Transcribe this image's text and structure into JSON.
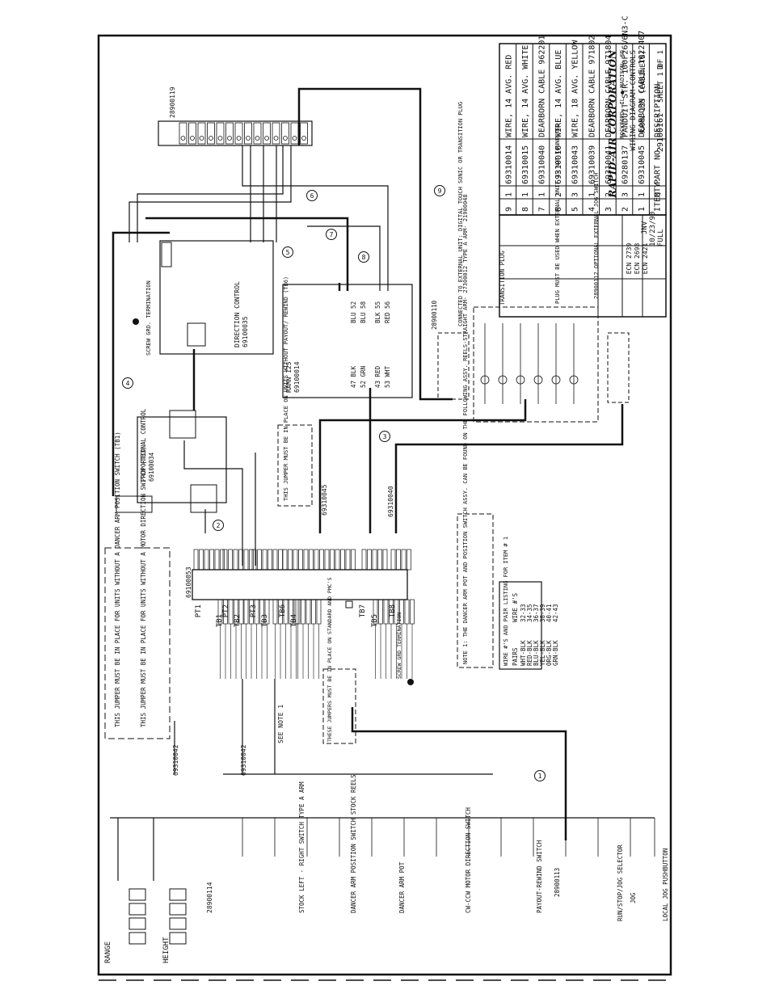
{
  "bom": {
    "header": {
      "item": "ITEM",
      "qty": "QTY.",
      "part_no": "PART NO.",
      "description": "DESCRIPTION"
    },
    "rows": [
      {
        "item": "9",
        "qty": "1",
        "part_no": "69310014",
        "description": "WIRE, 14 AVG. RED"
      },
      {
        "item": "8",
        "qty": "1",
        "part_no": "69310015",
        "description": "WIRE, 14 AVG. WHITE"
      },
      {
        "item": "7",
        "qty": "1",
        "part_no": "69310040",
        "description": "DEARBORN CABLE 962201"
      },
      {
        "item": "6",
        "qty": "2",
        "part_no": "69310016",
        "description": "WIRE, 14 AVG. BLUE"
      },
      {
        "item": "5",
        "qty": "3",
        "part_no": "69310043",
        "description": "WIRE, 18 AVG. YELLOW"
      },
      {
        "item": "4",
        "qty": "1",
        "part_no": "69310039",
        "description": "DEARBORN CABLE 971802"
      },
      {
        "item": "3",
        "qty": "2",
        "part_no": "69310041",
        "description": "DEARBORN CABLE 971804"
      },
      {
        "item": "2",
        "qty": "3",
        "part_no": "69280137",
        "description": "PANDUIT STR. 100F26V6N3-C"
      },
      {
        "item": "1",
        "qty": "1",
        "part_no": "69310045",
        "description": "DEARBORN CABLE 1022407"
      }
    ]
  },
  "title_block": {
    "company": "RAPID-AIR CORPORATION",
    "location": "ROCKFORD, IL ● MADISON, SD",
    "part_name": "WIRING DIAGRAM-CONTROLS",
    "model": "RAMN-125 (CABINETS)",
    "sheet": "SHEET 1 OF 1",
    "drawn_by": "JNV",
    "date": "10/23/90",
    "scale": "FULL",
    "drawing_no": "29100161",
    "rev": "D",
    "ecn": [
      "ECN 2739",
      "ECN 2698",
      "ECN 2421"
    ]
  },
  "labels": {
    "direction_control": "DIRECTION CONTROL",
    "direction_control_pn": "69100035",
    "proportional_control": "PROPORTIONAL CONTROL",
    "proportional_control_pn": "69100034",
    "ramn": "RAMN 125",
    "ramn_pn": "69100014",
    "terminal_board_pn": "69100053",
    "tb_top": "28900119",
    "plug_28900110": "28900110",
    "external_note": "CONNECTED TO EXTERNAL UNIT: DIGITAL TOUCH SONIC OR TRANSITION PLUG",
    "transition_plug": "TRANSITION PLUG",
    "plug_note": "PLUG MUST BE USED WHEN EXTERNAL UNIT IS NOT CONNECTED",
    "jog_switch": "28900112 OPTIONAL EXTERNAL JOG SWITCH",
    "screw_grd_1": "SCREW GRD. TERMINATION",
    "screw_grd_2": "SCREW GRD TERMINATION",
    "jumper_note_1": "THIS JUMPER MUST BE IN PLACE FOR UNITS WITHOUT A DANCER ARM POSITION SWITCH (TB1)",
    "jumper_note_2": "THIS JUMPER MUST BE IN PLACE FOR UNITS WITHOUT A MOTOR DIRECTION SWITCH (TB3)",
    "jumper_note_3": "THIS JUMPER MUST BE IN PLACE ON UNITS WITHOUT PAYOUT/ REWIND (TB6)",
    "jumper_note_4": "THESE JUMPERS MUST BE IN PLACE ON STANDARD AND PMC'S",
    "note_1": "NOTE 1: THE DANCER ARM POT AND POSITION SWITCH ASSY. CAN BE FOUND ON THE FOLLOWING ASSY. REELS-STRAIGHT ARM- 27300012 TYPE A ARM- 21900048",
    "see_note": "SEE NOTE 1",
    "cable_42": "69310042",
    "cable_45": "69310045",
    "cable_40": "69310040",
    "pairs_title": "WIRE #'S AND PAIR LISTING FOR ITEM # 1",
    "pairs_head": [
      "PAIRS",
      "WIRE #'S"
    ],
    "pairs": [
      [
        "WHT-BLK",
        "32-33"
      ],
      [
        "RED-BLK",
        "34-35"
      ],
      [
        "BLU-BLK",
        "36-37"
      ],
      [
        "YEL-BLK",
        "38-39"
      ],
      [
        "ORG-BLK",
        "40-41"
      ],
      [
        "GRN-BLK",
        "42-43"
      ]
    ],
    "range": "RANGE",
    "height": "HEIGHT",
    "sw_28900114": "28900114",
    "stock_switch": "STOCK LEFT - RIGHT SWITCH TYPE A ARM",
    "dancer_switch": "DANCER ARM POSITION SWITCH STOCK REELS",
    "dancer_pot": "DANCER ARM POT",
    "motor_switch": "CW-CCW MOTOR DIRECTION SWITCH",
    "payout_switch": "PAYOUT-REWIND SWITCH",
    "runstop": "RUN/STOP/JOG SELECTOR",
    "jog_button": "LOCAL JOG PUSHBUTTON",
    "jog": "JOG",
    "sw_28900113": "28900113"
  },
  "balloons": [
    "1",
    "2",
    "3",
    "4",
    "5",
    "6",
    "7",
    "8",
    "9"
  ]
}
